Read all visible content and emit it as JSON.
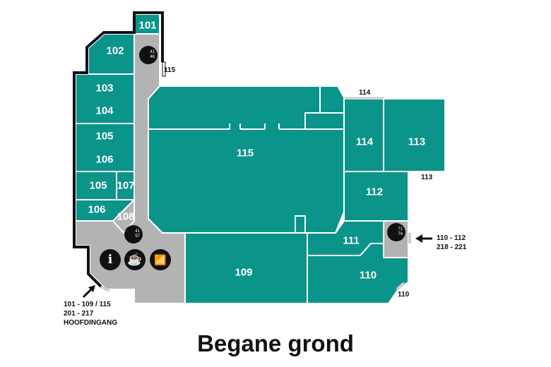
{
  "title": "Begane grond",
  "rooms": {
    "r101": "101",
    "r102": "102",
    "r103": "103",
    "r104": "104",
    "r105a": "105",
    "r106a": "106",
    "r105b": "105",
    "r107": "107",
    "r106b": "106",
    "r108": "108",
    "r115": "115",
    "r114": "114",
    "r113": "113",
    "r112": "112",
    "r111": "111",
    "r110": "110",
    "r109": "109"
  },
  "doors": {
    "d115": "115",
    "d114": "114",
    "d113": "113",
    "d110": "110"
  },
  "entrances": {
    "east_line1": "110 - 112",
    "east_line2": "218 - 221",
    "main_line1": "101 - 109 / 115",
    "main_line2": "201 - 217",
    "main_line3": "HOOFDINGANG"
  },
  "stairs": [
    {
      "top": "41",
      "bottom": "46"
    },
    {
      "top": "41",
      "bottom": "57"
    },
    {
      "top": "71",
      "bottom": "74"
    }
  ],
  "icons": {
    "info": "i"
  },
  "colors": {
    "room": "#0b948a",
    "circulation": "#b3b3b3",
    "outline": "#111111"
  }
}
